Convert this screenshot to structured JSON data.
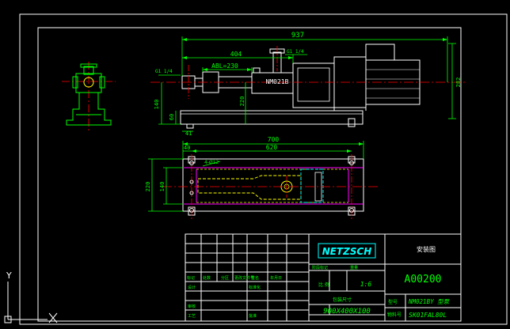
{
  "colors": {
    "background": "#000000",
    "line_white": "#ffffff",
    "dimension_green": "#00ff00",
    "centerline_red": "#ff0000",
    "hidden_cyan": "#00ffff",
    "yellow": "#ffff00",
    "magenta": "#ff00ff"
  },
  "dimensions": {
    "overall_length": "937",
    "length_404": "404",
    "abl": "ABL=230",
    "model_label": "NM021B",
    "g_top": "G1 1/4",
    "g_left": "G1 1/4",
    "height_140": "140",
    "height_220": "220",
    "height_60": "60",
    "width_41": "41",
    "height_282": "282",
    "plan_700": "700",
    "plan_620": "620",
    "plan_40": "40",
    "hole_note": "4-Ø12",
    "plan_220": "220",
    "plan_140": "140"
  },
  "title_block": {
    "logo": "NETZSCH",
    "drawing_title": "安装图",
    "drawing_number": "A00200",
    "scale_label": "比 例",
    "scale_value": "1:6",
    "package_label": "包装尺寸",
    "package_value": "900X400X100",
    "model_label": "型号",
    "model_value": "NM021BY 型泵",
    "code_label": "物料号",
    "code_value": "SK01FAL80L",
    "col_mark": "标记",
    "col_count": "处数",
    "col_zone": "分区",
    "col_doc": "更改文件号",
    "col_sign": "签名",
    "col_date": "年月日",
    "row_design": "设计",
    "row_std": "标准化",
    "row_check": "审核",
    "row_process": "工艺",
    "row_approve": "批准",
    "stage_label": "阶段标记",
    "weight_label": "重量"
  },
  "ucs": {
    "y": "Y",
    "x": "X"
  }
}
